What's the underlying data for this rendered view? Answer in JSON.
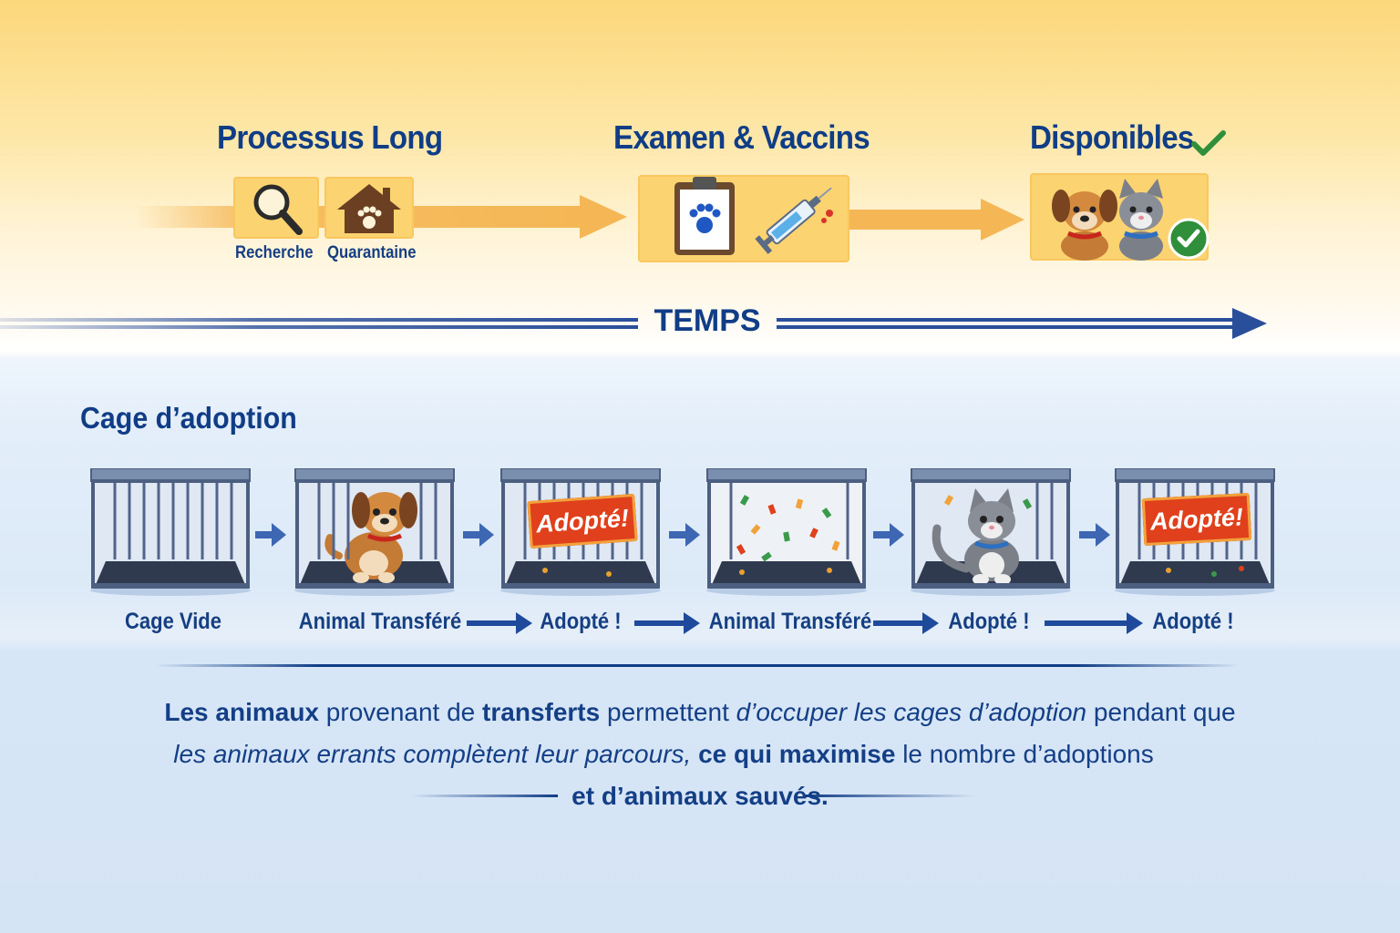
{
  "pipeline": {
    "stages": [
      {
        "title": "Processus Long"
      },
      {
        "title": "Examen & Vaccins"
      },
      {
        "title": "Disponibles"
      }
    ],
    "sub_labels": [
      "Recherche",
      "Quarantaine"
    ],
    "time_axis_label": "TEMPS"
  },
  "icons": {
    "search": "magnifier-icon",
    "quarantine": "house-paw-icon",
    "exam": "clipboard-paw-icon",
    "vaccine": "syringe-icon",
    "available": "dog-cat-icon",
    "check": "check-icon"
  },
  "adoption": {
    "section_title": "Cage d’adoption",
    "sign_text": "Adopté!",
    "steps": [
      {
        "label": "Cage Vide",
        "content": "empty"
      },
      {
        "label": "Animal Transféré",
        "content": "dog"
      },
      {
        "label": "Adopté !",
        "content": "adopted-sign"
      },
      {
        "label": "Animal Transféré",
        "content": "confetti"
      },
      {
        "label": "Adopté !",
        "content": "cat"
      },
      {
        "label": "Adopté !",
        "content": "adopted-sign"
      }
    ]
  },
  "conclusion": {
    "line1": [
      {
        "text": "Les ",
        "style": "bold"
      },
      {
        "text": "animaux",
        "style": "bold"
      },
      {
        "text": " provenant de ",
        "style": "plain"
      },
      {
        "text": "transferts",
        "style": "bold"
      },
      {
        "text": " permettent ",
        "style": "plain"
      },
      {
        "text": "d’occuper les cages d’adoption",
        "style": "italic"
      },
      {
        "text": " pendant que",
        "style": "plain"
      }
    ],
    "line2": [
      {
        "text": "les animaux errants complètent leur parcours,",
        "style": "italic"
      },
      {
        "text": " ce qui ",
        "style": "bold"
      },
      {
        "text": "maximise",
        "style": "bold"
      },
      {
        "text": " le nombre d’adoptions",
        "style": "plain"
      }
    ],
    "line3": [
      {
        "text": "et d’animaux sauvés.",
        "style": "bold"
      }
    ]
  },
  "colors": {
    "navy": "#103d86",
    "arrow_orange": "#f5b756",
    "arrow_blue": "#2a4f9a",
    "sign_red": "#e0401c",
    "check_green": "#2f8f3a"
  }
}
